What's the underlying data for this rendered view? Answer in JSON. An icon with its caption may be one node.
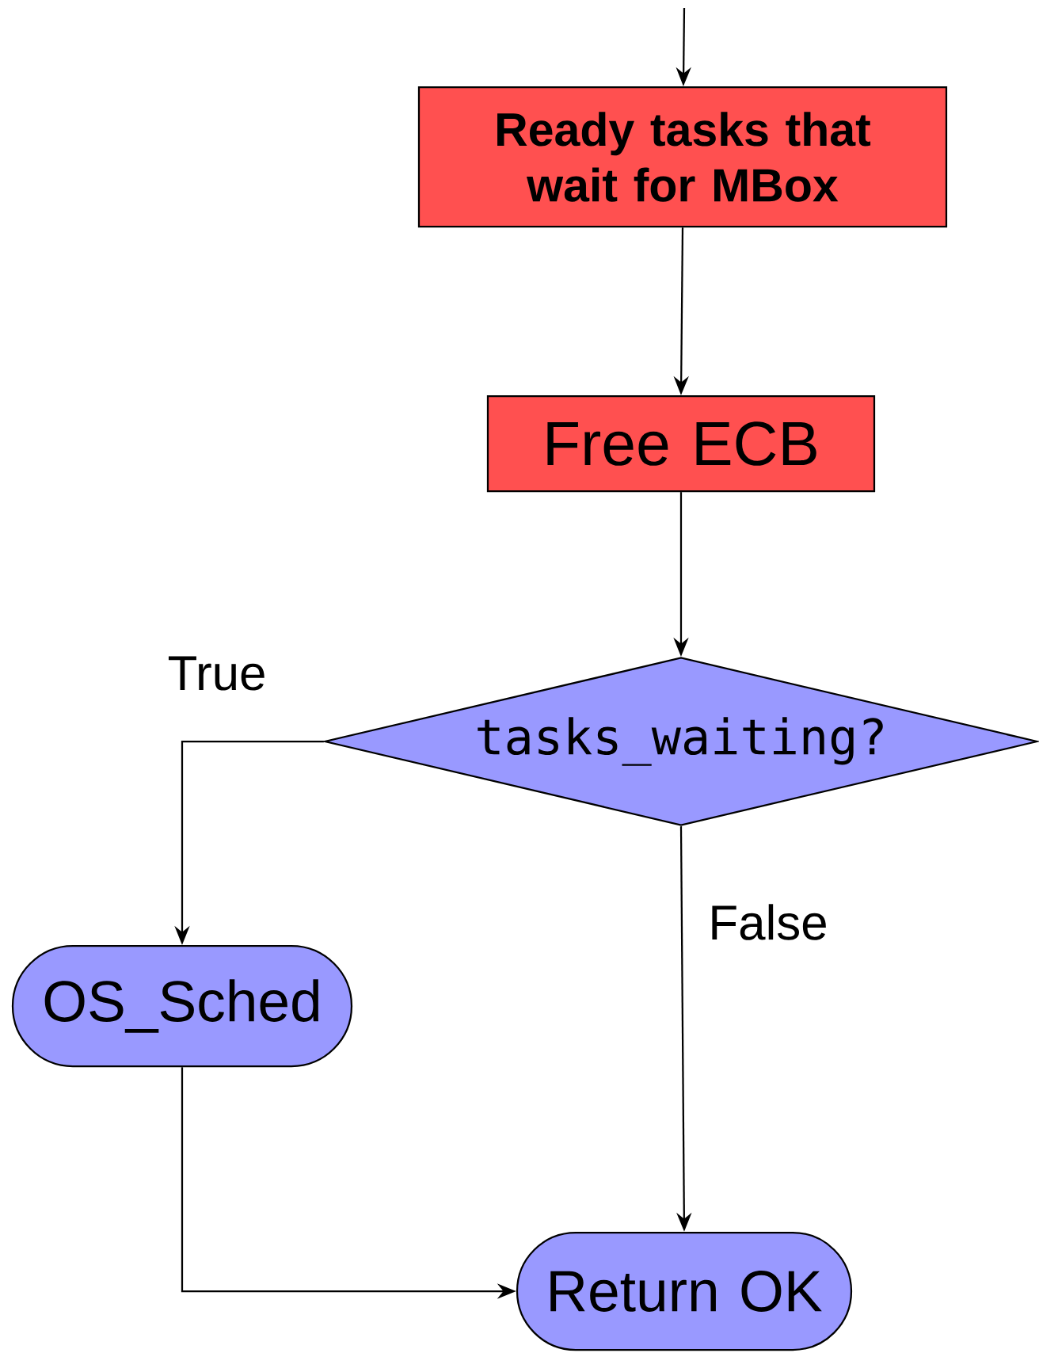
{
  "diagram": {
    "nodes": [
      {
        "text": [
          "Ready tasks that wait for MBox"
        ]
      },
      {
        "text": [
          "Free ECB"
        ]
      },
      {
        "text": [
          "tasks_waiting?"
        ]
      },
      {
        "text": [
          "OS_Sched"
        ]
      },
      {
        "text": [
          "Return OK"
        ]
      }
    ],
    "edges": [
      {
        "from": null,
        "to": 0,
        "arrow": "to"
      },
      {
        "from": 0,
        "to": 1,
        "arrow": "to"
      },
      {
        "from": 1,
        "to": 2,
        "arrow": "to"
      },
      {
        "from": 2,
        "to": 3,
        "arrow": "to",
        "label": "True"
      },
      {
        "from": 2,
        "to": 4,
        "arrow": "to",
        "label": "False"
      },
      {
        "from": 3,
        "to": 4,
        "arrow": "to"
      }
    ]
  }
}
